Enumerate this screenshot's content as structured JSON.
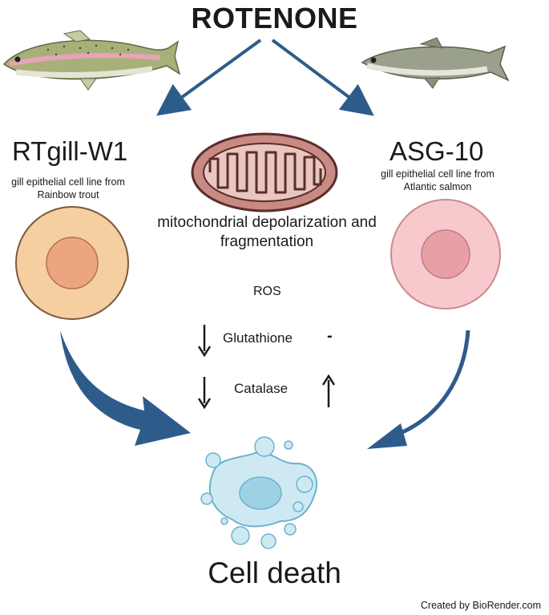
{
  "title": "ROTENONE",
  "left": {
    "name": "RTgill-W1",
    "description": "gill epithelial cell line from Rainbow trout",
    "fish_icon": "rainbow-trout-icon",
    "cell_color": "#f6cfa1",
    "nucleus_color": "#eda57e"
  },
  "right": {
    "name": "ASG-10",
    "description": "gill epithelial cell line from Atlantic salmon",
    "fish_icon": "atlantic-salmon-icon",
    "cell_color": "#f7c8cc",
    "nucleus_color": "#e8a0a7"
  },
  "mechanism": {
    "mito_label": "mitochondrial depolarization and fragmentation",
    "mito_icon": "mitochondrion-icon",
    "ros": "ROS",
    "glutathione": "Glutathione",
    "catalase": "Catalase",
    "glutathione_right_change": "-"
  },
  "outcome": {
    "label": "Cell death",
    "icon": "dying-cell-icon"
  },
  "credit": "Created by BioRender.com",
  "colors": {
    "arrow_blue": "#2e5c8a",
    "text": "#1a1a1a",
    "dying_cell": "#cfe9f2",
    "dying_cell_outline": "#6ab3cf"
  }
}
